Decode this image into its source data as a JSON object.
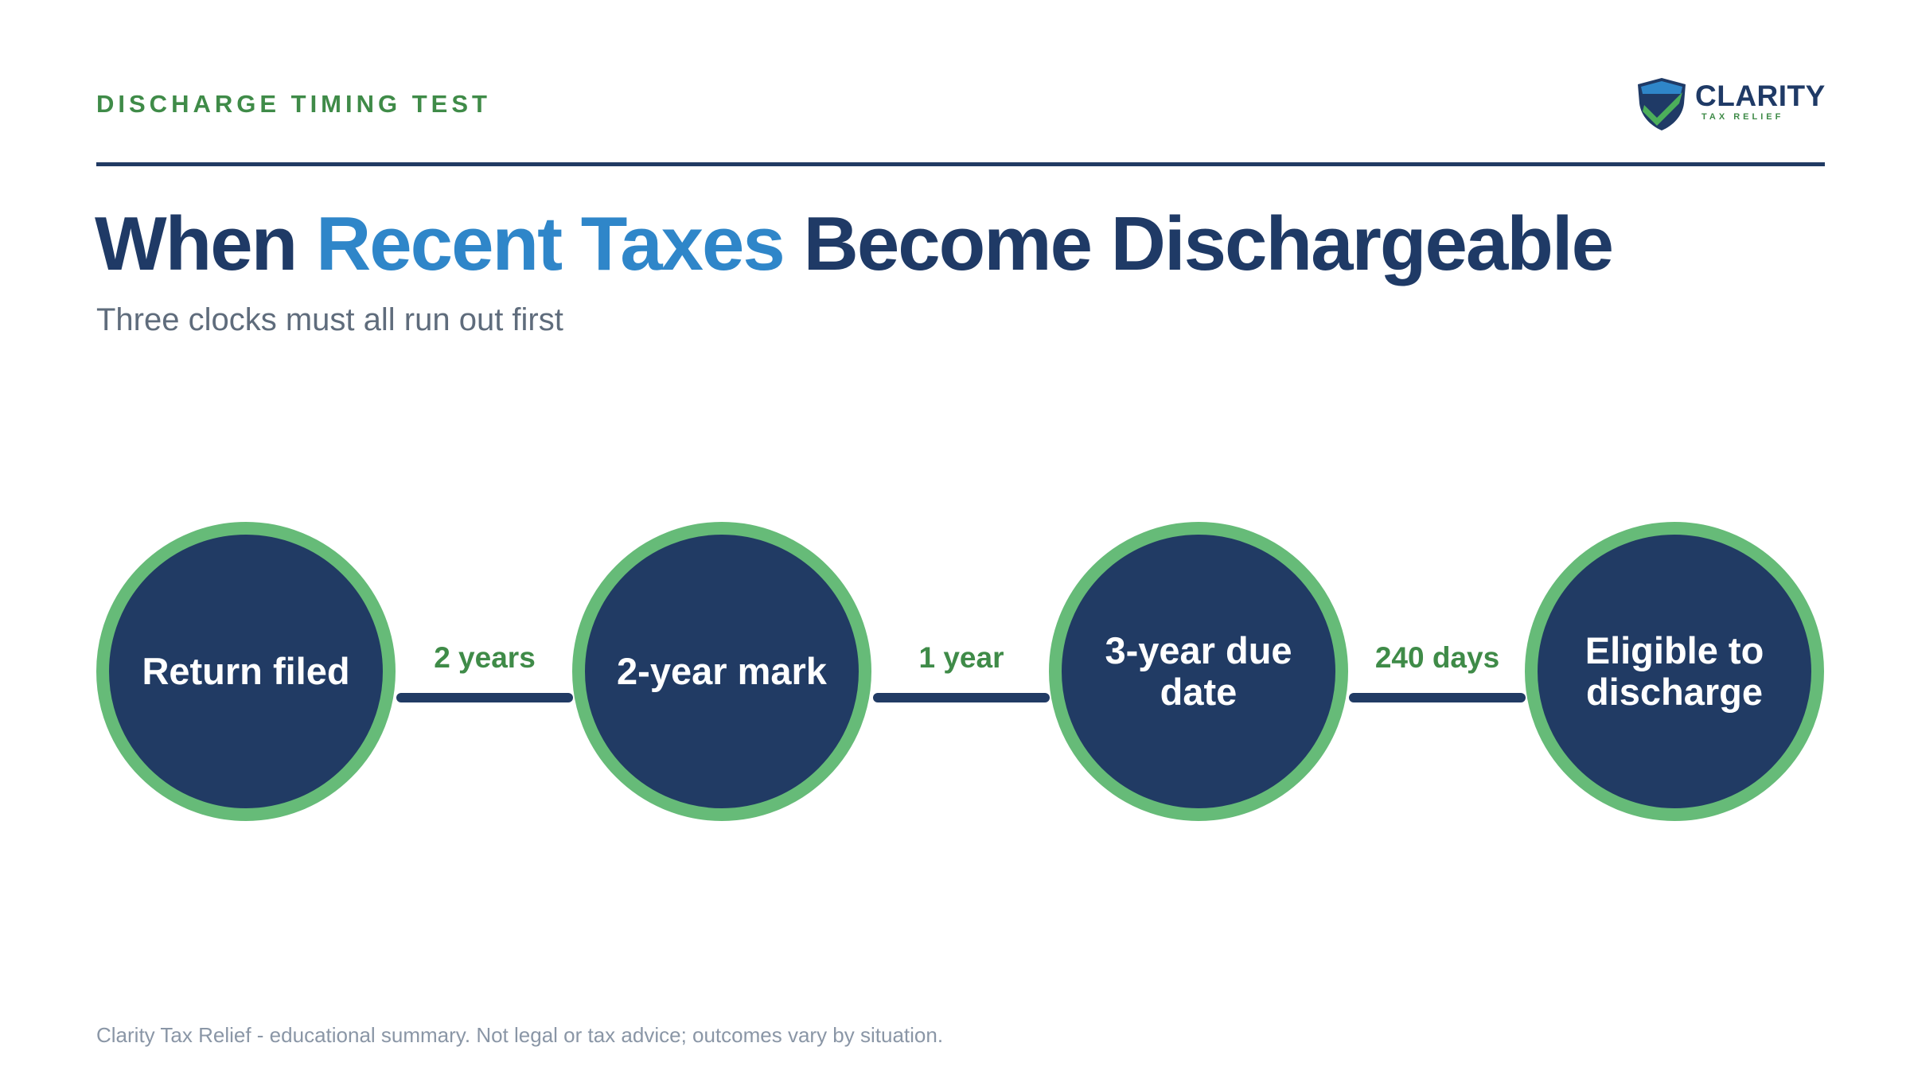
{
  "header": {
    "eyebrow": "DISCHARGE TIMING TEST",
    "logo": {
      "icon": "shield-check-icon",
      "name": "CLARITY",
      "tagline": "TAX RELIEF"
    }
  },
  "title": {
    "part1": "When ",
    "accent": "Recent Taxes",
    "part2": " Become Dischargeable"
  },
  "subtitle": "Three clocks must all run out first",
  "timeline": {
    "nodes": [
      {
        "label": "Return filed"
      },
      {
        "label": "2-year mark"
      },
      {
        "label": "3-year due date"
      },
      {
        "label": "Eligible to discharge"
      }
    ],
    "intervals": [
      {
        "label": "2 years"
      },
      {
        "label": "1 year"
      },
      {
        "label": "240 days"
      }
    ]
  },
  "footer": "Clarity Tax Relief - educational summary. Not legal or tax advice; outcomes vary by situation.",
  "colors": {
    "navy": "#213b64",
    "accent_blue": "#2f86c9",
    "green": "#3f8b48",
    "ring_green": "#66bb78",
    "muted": "#5f6c7c"
  }
}
